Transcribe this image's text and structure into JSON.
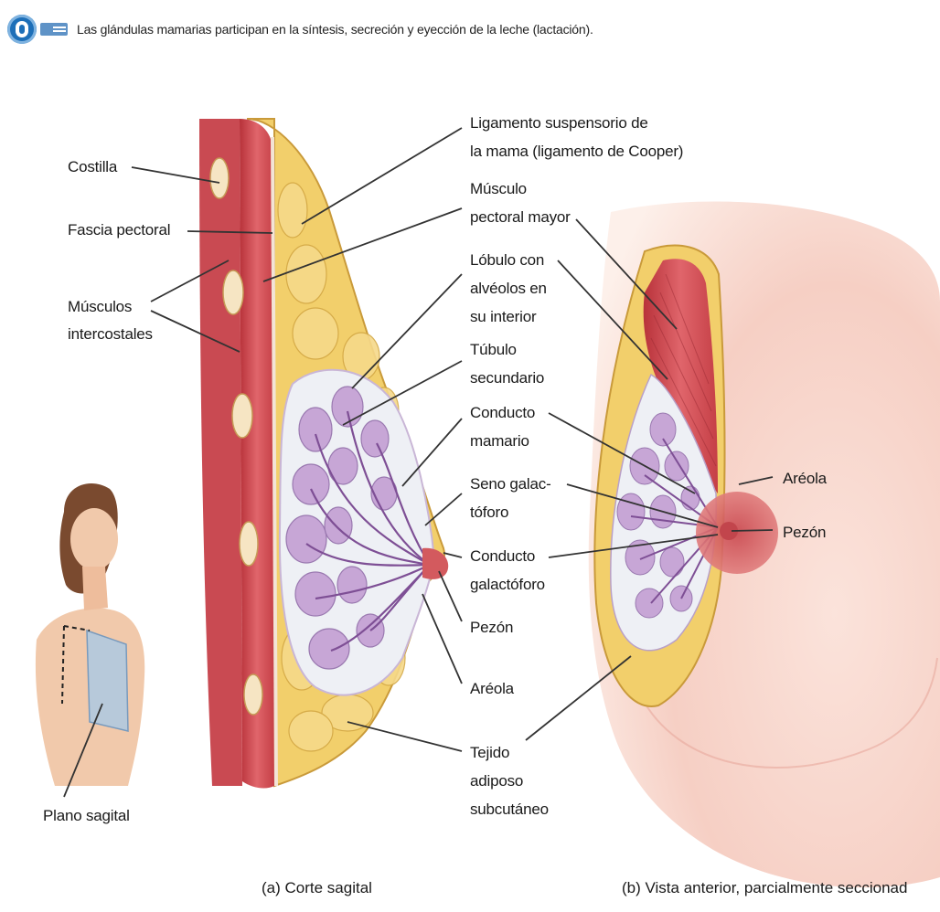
{
  "header": {
    "icon": "anatomy-badge-icon",
    "text": "Las glándulas mamarias participan en la síntesis, secreción y eyección de la leche (lactación)."
  },
  "labels": {
    "costilla": "Costilla",
    "fascia_pectoral": "Fascia pectoral",
    "musculos_1": "Músculos",
    "musculos_2": "intercostales",
    "ligamento_1": "Ligamento suspensorio de",
    "ligamento_2": "la mama (ligamento de Cooper)",
    "musculo_1": "Músculo",
    "musculo_2": "pectoral mayor",
    "lobulo_1": "Lóbulo con",
    "lobulo_2": "alvéolos en",
    "lobulo_3": "su interior",
    "tubulo_1": "Túbulo",
    "tubulo_2": "secundario",
    "conducto_mamario_1": "Conducto",
    "conducto_mamario_2": "mamario",
    "seno_1": "Seno galac-",
    "seno_2": "tóforo",
    "conducto_galact_1": "Conducto",
    "conducto_galact_2": "galactóforo",
    "pezon_a": "Pezón",
    "areola_a": "Aréola",
    "tejido_1": "Tejido",
    "tejido_2": "adiposo",
    "tejido_3": "subcutáneo",
    "plano_sagital": "Plano sagital",
    "areola_b": "Aréola",
    "pezon_b": "Pezón"
  },
  "captions": {
    "a": "(a) Corte sagital",
    "b": "(b) Vista anterior, parcialmente seccionad"
  },
  "colors": {
    "muscle": "#d9535a",
    "fat": "#f2cf6b",
    "lobule": "#c7a6d6",
    "skin": "#f6c6bd",
    "header_icon": "#1d6fb8"
  }
}
